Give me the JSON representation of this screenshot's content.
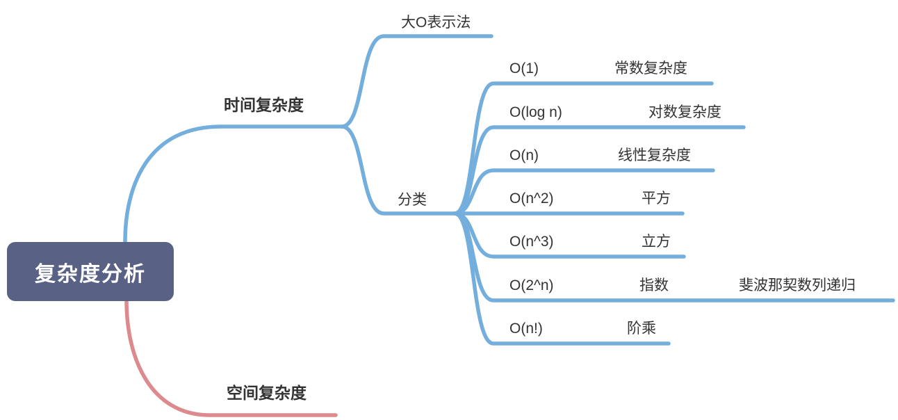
{
  "diagram_type": "mindmap",
  "colors": {
    "branch_blue": "#74AEDC",
    "branch_red": "#DD8A8F",
    "root_background": "#596184",
    "label_text": "#333333",
    "root_text": "#FFFFFF"
  },
  "root": {
    "label": "复杂度分析"
  },
  "branches": {
    "time": {
      "label": "时间复杂度"
    },
    "space": {
      "label": "空间复杂度"
    }
  },
  "time_children": {
    "big_o": {
      "label": "大O表示法"
    },
    "category": {
      "label": "分类"
    }
  },
  "category_children": [
    {
      "notation": "O(1)",
      "name": "常数复杂度"
    },
    {
      "notation": "O(log n)",
      "name": "对数复杂度"
    },
    {
      "notation": "O(n)",
      "name": "线性复杂度"
    },
    {
      "notation": "O(n^2)",
      "name": "平方"
    },
    {
      "notation": "O(n^3)",
      "name": "立方"
    },
    {
      "notation": "O(2^n)",
      "name": "指数",
      "example": "斐波那契数列递归"
    },
    {
      "notation": "O(n!)",
      "name": "阶乘"
    }
  ]
}
